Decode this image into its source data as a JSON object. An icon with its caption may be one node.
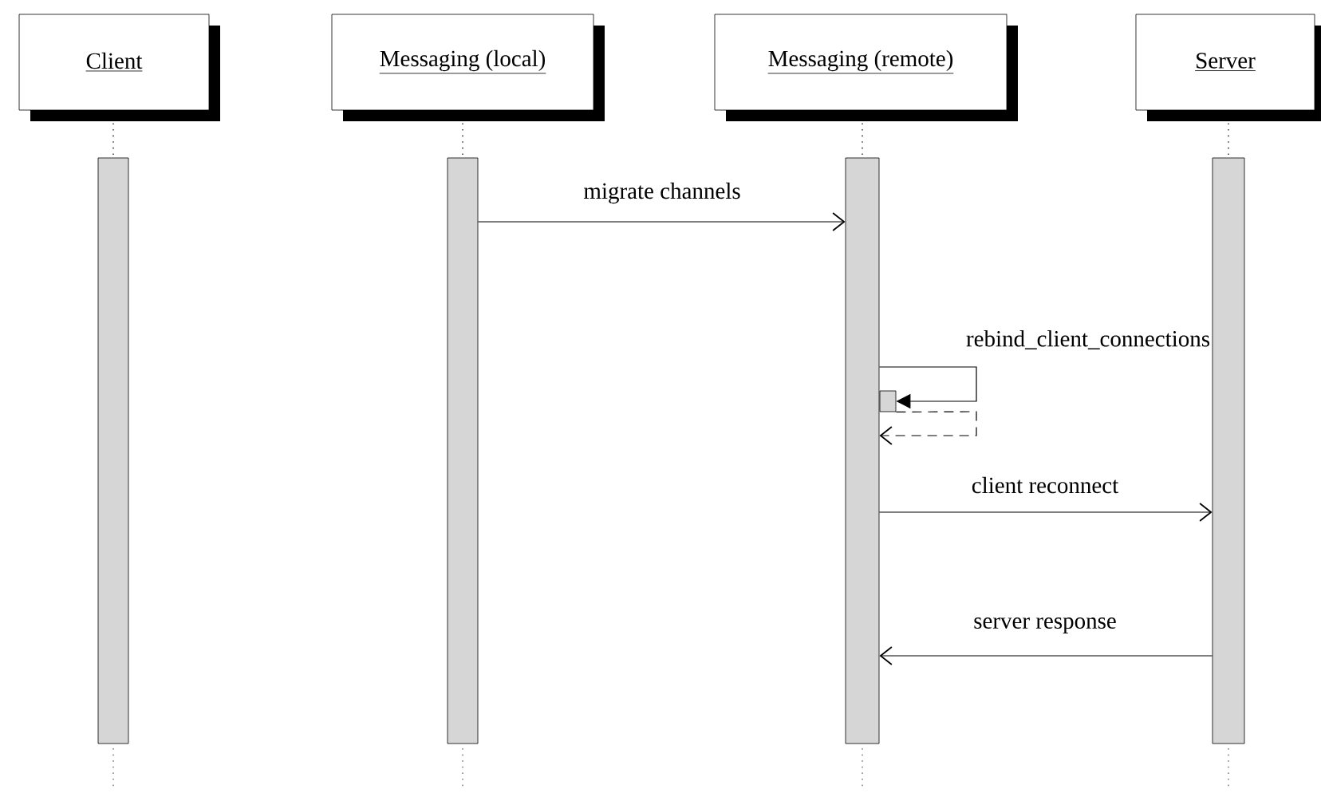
{
  "diagram": {
    "nodes": [
      {
        "text": [
          "Client"
        ]
      },
      {
        "text": [
          "Messaging (local)"
        ]
      },
      {
        "text": [
          "Messaging (remote)"
        ]
      },
      {
        "text": [
          "Server"
        ]
      },
      {
        "text": [],
        "shape": "bar"
      },
      {
        "text": [],
        "shape": "bar"
      },
      {
        "text": [],
        "shape": "bar"
      },
      {
        "text": [],
        "shape": "bar"
      },
      {
        "text": [],
        "shape": "bar"
      }
    ],
    "edges": [
      {
        "from": 0,
        "to": 4,
        "arrow": "none",
        "style": "dashed"
      },
      {
        "from": 1,
        "to": 5,
        "arrow": "none",
        "style": "dashed"
      },
      {
        "from": 2,
        "to": 6,
        "arrow": "none",
        "style": "dashed"
      },
      {
        "from": 3,
        "to": 7,
        "arrow": "none",
        "style": "dashed"
      },
      {
        "from": 5,
        "to": 6,
        "arrow": "to",
        "label": "migrate channels"
      },
      {
        "from": 6,
        "to": 8,
        "arrow": "to",
        "label": "rebind_client_connections"
      },
      {
        "from": 8,
        "to": 6,
        "arrow": "to",
        "style": "dashed"
      },
      {
        "from": 6,
        "to": 7,
        "arrow": "to",
        "label": "client reconnect"
      },
      {
        "from": 7,
        "to": 6,
        "arrow": "to",
        "label": "server response"
      }
    ]
  }
}
